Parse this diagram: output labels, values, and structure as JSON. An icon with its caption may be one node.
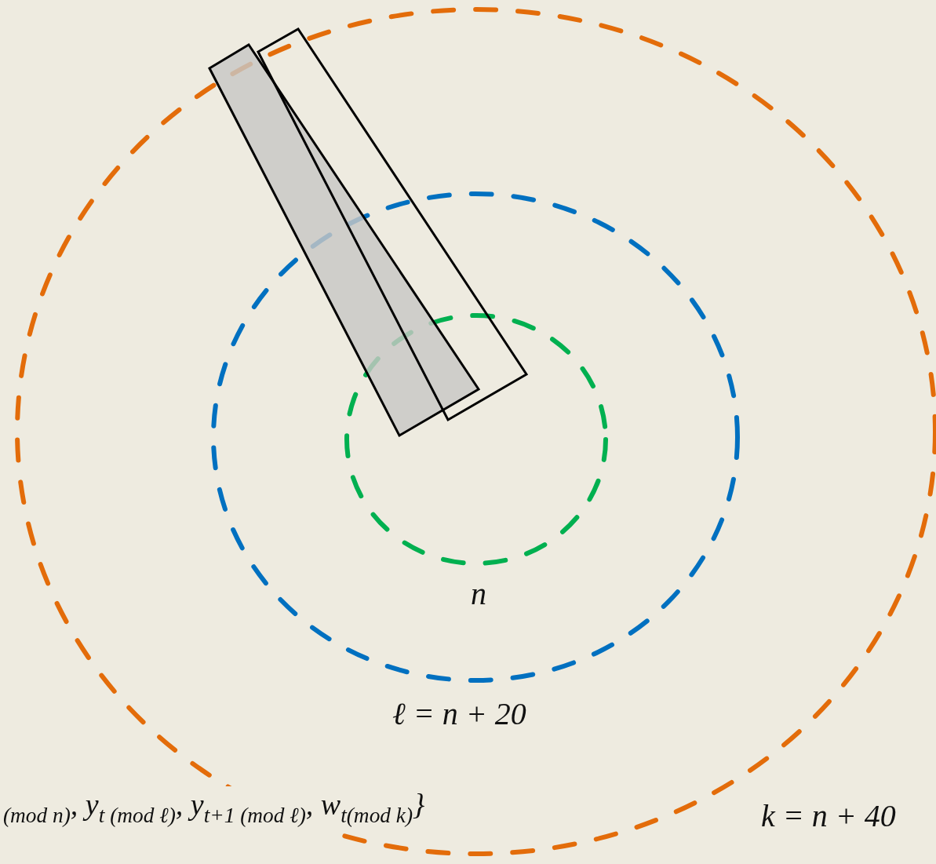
{
  "diagram": {
    "labels": [
      "n",
      "ℓ = n + 20",
      "$_{(mod n)}$, y$_{t (mod ℓ)}$, y$_{t+1 (mod ℓ)}$, w$_{t(mod k)}$}",
      "k = n + 40"
    ]
  }
}
